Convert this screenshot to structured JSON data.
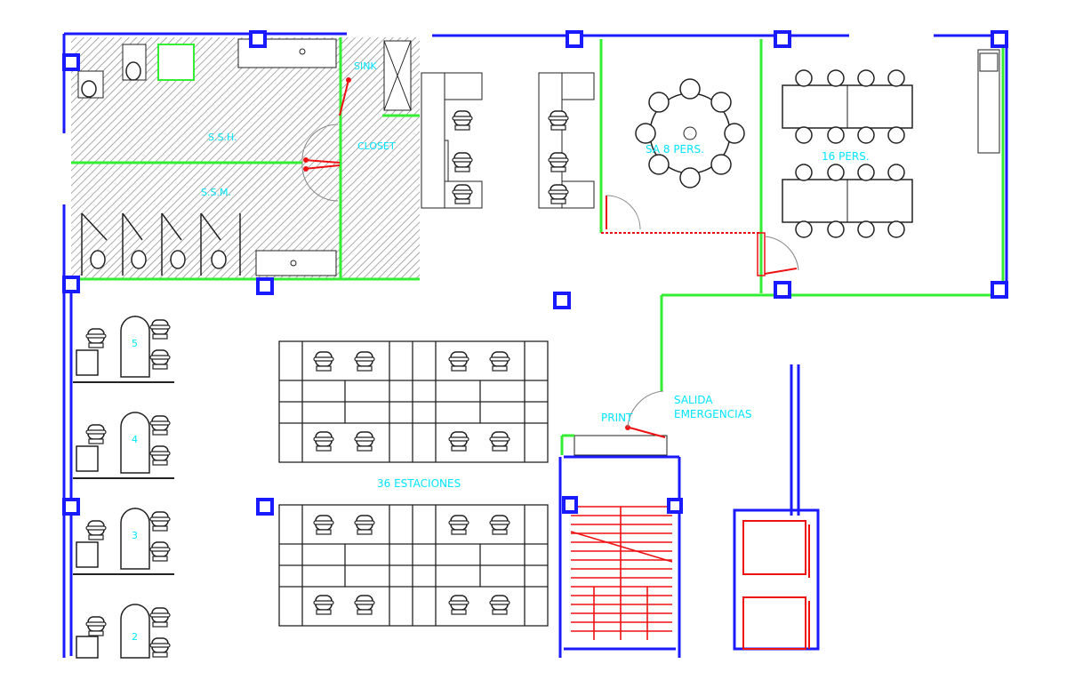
{
  "labels": {
    "ssh": "S.S.H.",
    "ssm": "S.S.M.",
    "closet": "CLOSET",
    "sink": "SINK",
    "round_meeting": "SA 8 PERS.",
    "board_meeting": "16 PERS.",
    "workstations": "36 ESTACIONES",
    "print": "PRINT",
    "exit_line1": "SALIDA",
    "exit_line2": "EMERGENCIAS",
    "office_5": "5",
    "office_4": "4",
    "office_3": "3",
    "office_2": "2"
  },
  "colors": {
    "wall_blue": "#1a1aff",
    "wall_green": "#33ee33",
    "text_cyan": "#00e5ff",
    "door_red": "#ee1111",
    "furniture_grey": "#333333"
  }
}
